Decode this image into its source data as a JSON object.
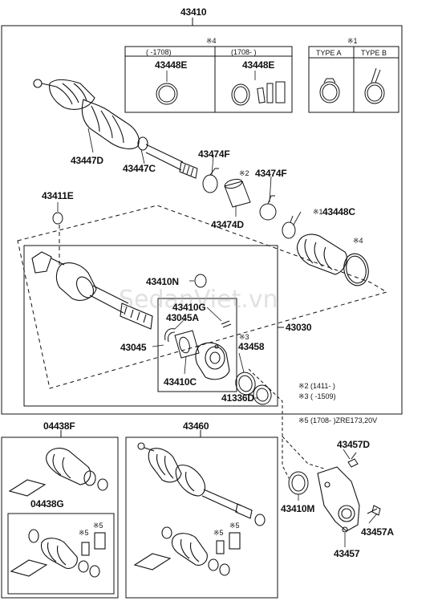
{
  "colors": {
    "line": "#111111",
    "background": "#ffffff",
    "watermark": "#aaaaaa"
  },
  "watermark": "SedanViet.vn",
  "labels": {
    "main": "43410",
    "p43448E_a": "43448E",
    "p43448E_b": "43448E",
    "p43447D": "43447D",
    "p43447C": "43447C",
    "p43474F_a": "43474F",
    "p43474F_b": "43474F",
    "p43474D": "43474D",
    "p43448C": "43448C",
    "p43411E": "43411E",
    "p43410N": "43410N",
    "p43410G": "43410G",
    "p43045A": "43045A",
    "p43045": "43045",
    "p43030": "43030",
    "p43458": "43458",
    "p43410C": "43410C",
    "p41336D": "41336D",
    "p04438F": "04438F",
    "p04438G": "04438G",
    "p43460": "43460",
    "p43457D": "43457D",
    "p43410M": "43410M",
    "p43457A": "43457A",
    "p43457": "43457"
  },
  "notes": {
    "mark4": "※4",
    "mark1": "※1",
    "mark2": "※2",
    "mark3": "※3",
    "mark5": "※5",
    "mark4b": "※4",
    "mark3b": "※3",
    "mark5a": "※5",
    "mark5b": "※5",
    "mark5c": "※5",
    "mark5d": "※5",
    "col1": "(      -1708)",
    "col2": "(1708-      )",
    "typeA": "TYPE A",
    "typeB": "TYPE B",
    "n2": "※2 (1411-      )",
    "n3": "※3 (      -1509)",
    "n5": "※5 (1708-      )ZRE173,20V"
  }
}
